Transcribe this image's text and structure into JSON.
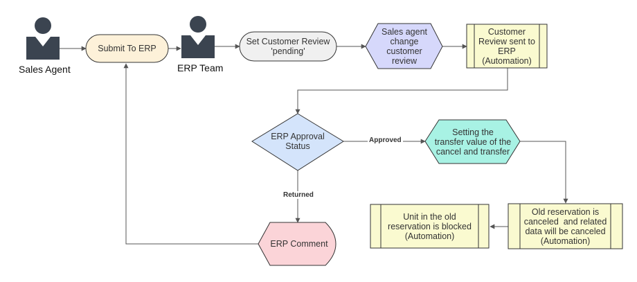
{
  "actors": {
    "sales_agent": "Sales Agent",
    "erp_team": "ERP Team"
  },
  "nodes": {
    "submit_to_erp": "Submit To ERP",
    "set_customer_review": [
      "Set Customer Review",
      "'pending'"
    ],
    "sales_agent_change_review": [
      "Sales agent",
      "change customer",
      "review"
    ],
    "customer_review_sent": [
      "Customer",
      "Review sent to",
      "ERP",
      "(Automation)"
    ],
    "erp_approval_status": [
      "ERP Approval",
      "Status"
    ],
    "setting_transfer_value": [
      "Setting the",
      "transfer value of the",
      "cancel and transfer"
    ],
    "old_reservation_canceled": [
      "Old reservation is",
      "canceled  and related",
      "data will be canceled",
      "(Automation)"
    ],
    "unit_blocked": [
      "Unit in the old",
      "reservation is blocked",
      "(Automation)"
    ],
    "erp_comment": "ERP Comment"
  },
  "edges": {
    "approved_label": "Approved",
    "returned_label": "Returned"
  },
  "colors": {
    "actor_fill": "#3b4450",
    "terminal_orange": "#fdf1d9",
    "terminal_gray": "#f0f0f0",
    "hexagon_purple": "#d6d8fb",
    "process_yellow": "#fafad0",
    "decision_blue": "#d4e4fb",
    "hexagon_teal": "#a8f2e4",
    "display_pink": "#fbd4d8",
    "outline": "#333333",
    "edge": "#555555"
  },
  "icons": {
    "actor": "person-actor-icon"
  }
}
